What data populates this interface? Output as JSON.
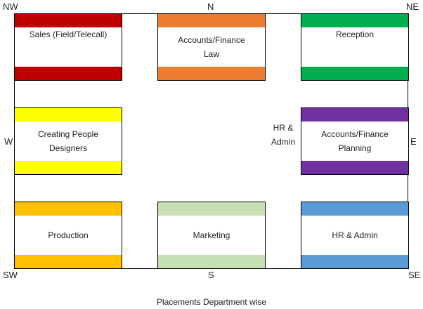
{
  "directions": {
    "nw": "NW",
    "n": "N",
    "ne": "NE",
    "w": "W",
    "e": "E",
    "sw": "SW",
    "s": "S",
    "se": "SE"
  },
  "boxes": [
    {
      "lines": [
        "Sales (Field/Telecall)"
      ],
      "color": "#c00000"
    },
    {
      "lines": [
        "Accounts/Finance",
        "Law"
      ],
      "color": "#ed7d31"
    },
    {
      "lines": [
        "Reception"
      ],
      "color": "#00b050"
    },
    {
      "lines": [
        "Creating People",
        "Designers"
      ],
      "color": "#ffff00"
    },
    {
      "lines": [
        "Accounts/Finance",
        "Planning"
      ],
      "color": "#7030a0"
    },
    {
      "lines": [
        "Production"
      ],
      "color": "#ffc000"
    },
    {
      "lines": [
        "Marketing"
      ],
      "color": "#c6e0b4"
    },
    {
      "lines": [
        "HR & Admin"
      ],
      "color": "#5b9bd5"
    }
  ],
  "center_label": [
    "HR &",
    "Admin"
  ],
  "caption": "Placements Department wise"
}
